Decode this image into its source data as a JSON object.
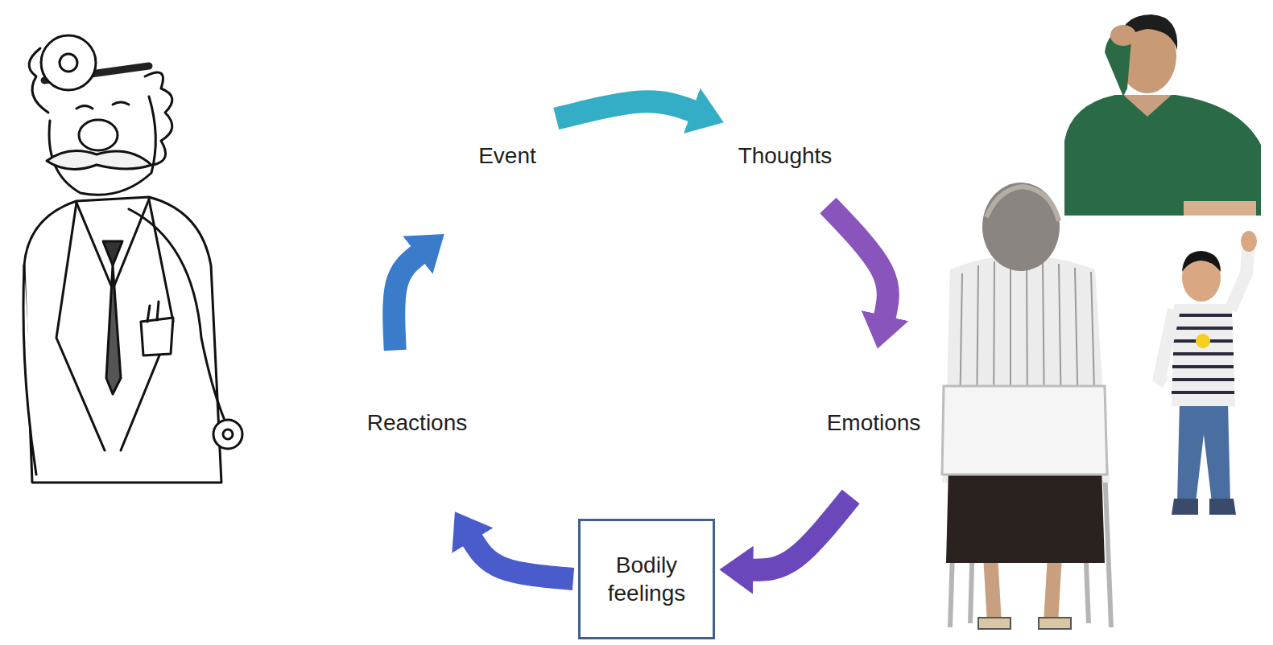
{
  "diagram": {
    "nodes": [
      {
        "text": [
          "Event"
        ]
      },
      {
        "text": [
          "Thoughts"
        ]
      },
      {
        "text": [
          "Emotions"
        ]
      },
      {
        "text": [
          "Bodily feelings"
        ]
      },
      {
        "text": [
          "Reactions"
        ]
      }
    ],
    "edges": [
      {
        "from": 0,
        "to": 1,
        "arrow": "to"
      },
      {
        "from": 1,
        "to": 2,
        "arrow": "to"
      },
      {
        "from": 2,
        "to": 3,
        "arrow": "to"
      },
      {
        "from": 3,
        "to": 4,
        "arrow": "to"
      },
      {
        "from": 4,
        "to": 0,
        "arrow": "to"
      }
    ]
  }
}
